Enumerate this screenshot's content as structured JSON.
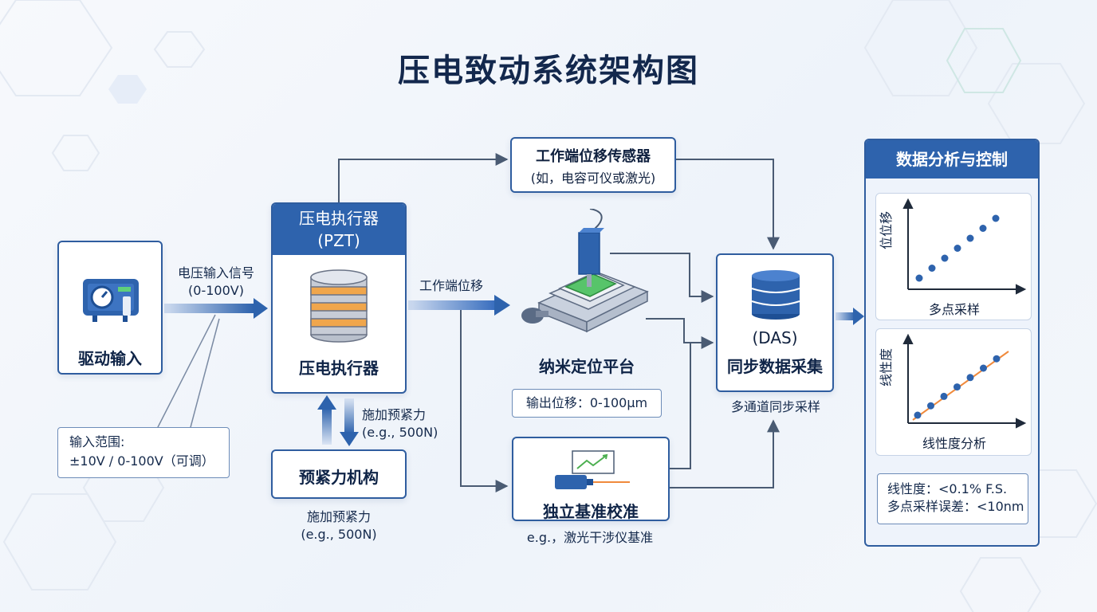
{
  "title": "压电致动系统架构图",
  "driver": {
    "label": "驱动输入",
    "range_label": "输入范围:",
    "range_value": "±10V / 0-100V（可调）"
  },
  "signal": {
    "line1": "电压输入信号",
    "line2": "(0-100V)"
  },
  "pzt": {
    "header_line1": "压电执行器",
    "header_line2": "(PZT)",
    "label": "压电执行器"
  },
  "preload": {
    "side_line1": "施加预紧力",
    "side_line2": "(e.g., 500N)",
    "label": "预紧力机构",
    "below_line1": "施加预紧力",
    "below_line2": "(e.g., 500N)"
  },
  "work_end": {
    "label": "工作端位移"
  },
  "sensor": {
    "line1": "工作端位移传感器",
    "line2": "(如，电容可仪或激光)"
  },
  "stage": {
    "label": "纳米定位平台",
    "output": "输出位移：0-100μm"
  },
  "calib": {
    "label": "独立基准校准",
    "note": "e.g.，激光干涉仪基准"
  },
  "das": {
    "line1": "(DAS)",
    "line2": "同步数据采集",
    "note": "多通道同步采样"
  },
  "analysis": {
    "title": "数据分析与控制",
    "chart1": {
      "ylabel": "位位移",
      "xlabel": "多点采样"
    },
    "chart2": {
      "ylabel": "线性度",
      "xlabel": "线性度分析"
    },
    "metric1": "线性度：<0.1% F.S.",
    "metric2": "多点采样误差：<10nm"
  },
  "colors": {
    "primary": "#2e63ad",
    "accent_orange": "#f08a3c",
    "green": "#4caf50",
    "line": "#4a5b73"
  }
}
